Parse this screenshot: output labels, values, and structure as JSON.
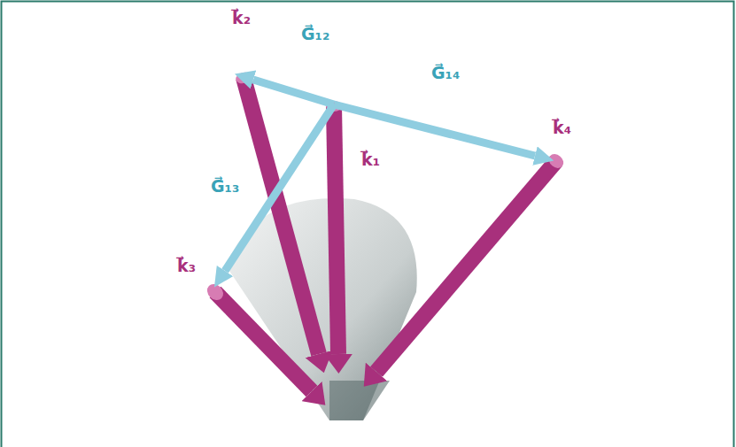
{
  "diagram": {
    "labels": [
      "k⃗₂",
      "G⃗₁₂",
      "G⃗₁₄",
      "k⃗₁",
      "k⃗₄",
      "G⃗₁₃",
      "k⃗₃"
    ]
  }
}
